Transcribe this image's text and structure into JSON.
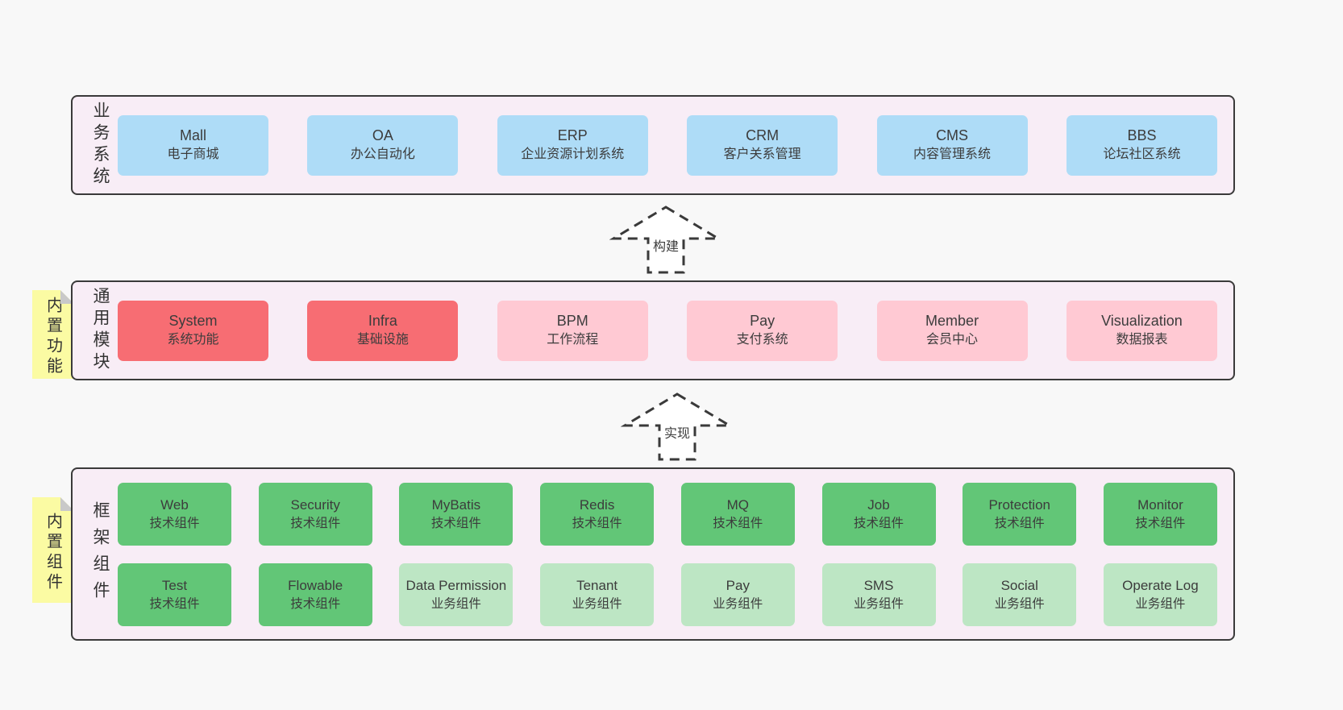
{
  "colors": {
    "page_background": "#f8f8f8",
    "band_background": "#f8edf6",
    "band_border": "#3a3a3a",
    "blue_box": "#aedcf7",
    "red_box": "#f76d73",
    "pink_box": "#ffc9d3",
    "green_dark_box": "#62c677",
    "green_light_box": "#bde6c4",
    "sticky_note": "#fbfba3",
    "sticky_fold": "#c9c9c9",
    "text": "#3c3c3c"
  },
  "arrows": [
    {
      "label": "构建"
    },
    {
      "label": "实现"
    }
  ],
  "bands": [
    {
      "label": "业务系统",
      "rows": [
        [
          {
            "title": "Mall",
            "subtitle": "电子商城"
          },
          {
            "title": "OA",
            "subtitle": "办公自动化"
          },
          {
            "title": "ERP",
            "subtitle": "企业资源计划系统"
          },
          {
            "title": "CRM",
            "subtitle": "客户关系管理"
          },
          {
            "title": "CMS",
            "subtitle": "内容管理系统"
          },
          {
            "title": "BBS",
            "subtitle": "论坛社区系统"
          }
        ]
      ]
    },
    {
      "label": "通用模块",
      "sticky": "内置功能",
      "rows": [
        [
          {
            "title": "System",
            "subtitle": "系统功能"
          },
          {
            "title": "Infra",
            "subtitle": "基础设施"
          },
          {
            "title": "BPM",
            "subtitle": "工作流程"
          },
          {
            "title": "Pay",
            "subtitle": "支付系统"
          },
          {
            "title": "Member",
            "subtitle": "会员中心"
          },
          {
            "title": "Visualization",
            "subtitle": "数据报表"
          }
        ]
      ]
    },
    {
      "label": "框架组件",
      "sticky": "内置组件",
      "rows": [
        [
          {
            "title": "Web",
            "subtitle": "技术组件"
          },
          {
            "title": "Security",
            "subtitle": "技术组件"
          },
          {
            "title": "MyBatis",
            "subtitle": "技术组件"
          },
          {
            "title": "Redis",
            "subtitle": "技术组件"
          },
          {
            "title": "MQ",
            "subtitle": "技术组件"
          },
          {
            "title": "Job",
            "subtitle": "技术组件"
          },
          {
            "title": "Protection",
            "subtitle": "技术组件"
          },
          {
            "title": "Monitor",
            "subtitle": "技术组件"
          }
        ],
        [
          {
            "title": "Test",
            "subtitle": "技术组件"
          },
          {
            "title": "Flowable",
            "subtitle": "技术组件"
          },
          {
            "title": "Data Permission",
            "subtitle": "业务组件"
          },
          {
            "title": "Tenant",
            "subtitle": "业务组件"
          },
          {
            "title": "Pay",
            "subtitle": "业务组件"
          },
          {
            "title": "SMS",
            "subtitle": "业务组件"
          },
          {
            "title": "Social",
            "subtitle": "业务组件"
          },
          {
            "title": "Operate Log",
            "subtitle": "业务组件"
          }
        ]
      ]
    }
  ]
}
